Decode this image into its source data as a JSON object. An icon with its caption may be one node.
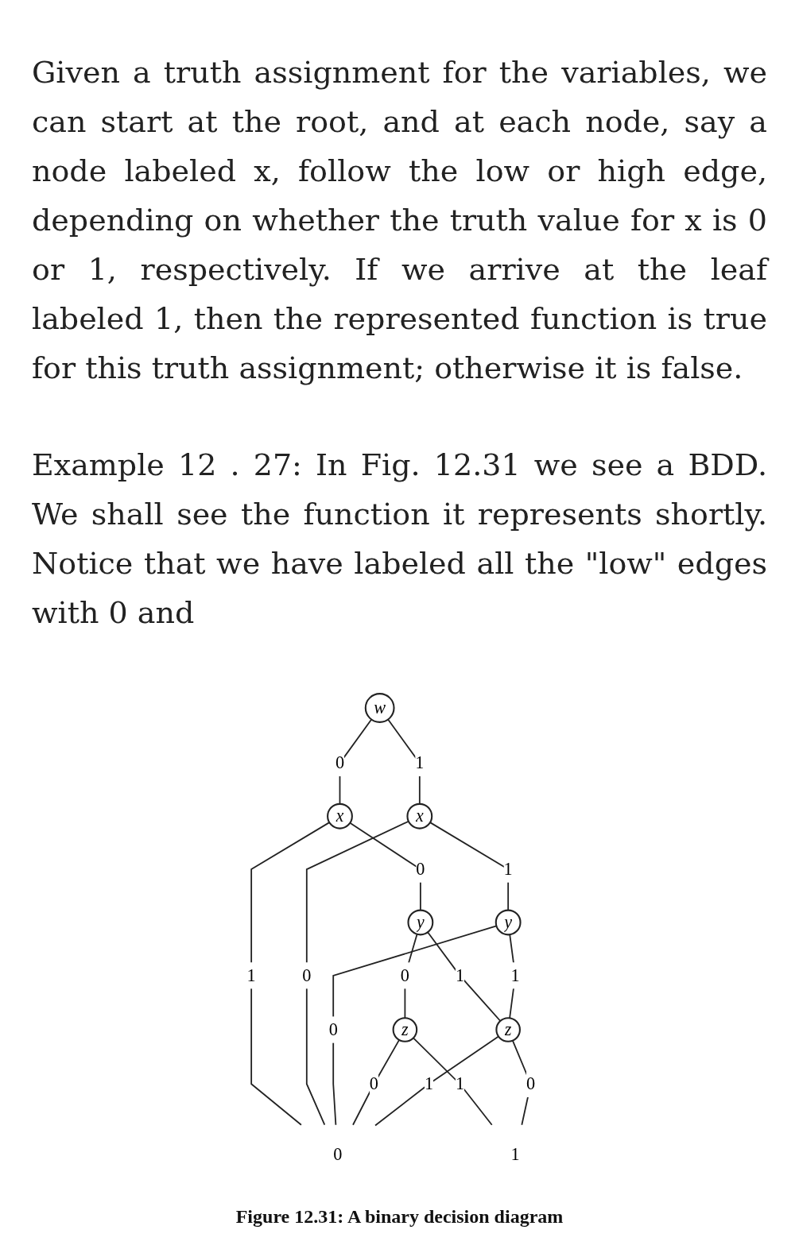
{
  "diagram": {
    "caption": "Figure 12.31: A binary decision diagram",
    "nodes": [
      {
        "text": [
          "w"
        ]
      },
      {
        "text": [
          "x"
        ]
      },
      {
        "text": [
          "x"
        ]
      },
      {
        "text": [
          "y"
        ]
      },
      {
        "text": [
          "y"
        ]
      },
      {
        "text": [
          "z"
        ]
      },
      {
        "text": [
          "z"
        ]
      },
      {
        "text": [
          "0"
        ]
      },
      {
        "text": [
          "1"
        ]
      }
    ],
    "edges": [
      {
        "from": 0,
        "to": 1,
        "arrow": "none",
        "label": "0"
      },
      {
        "from": 0,
        "to": 2,
        "arrow": "none",
        "label": "1"
      },
      {
        "from": 1,
        "to": 3,
        "arrow": "none",
        "label": "0"
      },
      {
        "from": 1,
        "to": 7,
        "arrow": "none",
        "label": "1"
      },
      {
        "from": 2,
        "to": 7,
        "arrow": "none",
        "label": "0"
      },
      {
        "from": 2,
        "to": 4,
        "arrow": "none",
        "label": "1"
      },
      {
        "from": 3,
        "to": 5,
        "arrow": "none",
        "label": "0"
      },
      {
        "from": 3,
        "to": 6,
        "arrow": "none",
        "label": "1"
      },
      {
        "from": 4,
        "to": 7,
        "arrow": "none",
        "label": "0"
      },
      {
        "from": 4,
        "to": 6,
        "arrow": "none",
        "label": "1"
      },
      {
        "from": 5,
        "to": 7,
        "arrow": "none",
        "label": "0"
      },
      {
        "from": 5,
        "to": 8,
        "arrow": "none",
        "label": "1"
      },
      {
        "from": 6,
        "to": 8,
        "arrow": "none",
        "label": "0"
      },
      {
        "from": 6,
        "to": 7,
        "arrow": "none",
        "label": "1"
      }
    ],
    "labels": [
      "Given a truth assignment for the variables, we can start at the root, and at each node, say a node labeled x, follow the low or high edge, depending on whether the truth value for x is 0 or 1, respectively. If we arrive at the leaf labeled 1, then the represented function is true for this truth assignment; otherwise it is false.",
      "Example 12 . 27: In Fig. 12.31 we see a BDD. We shall see the function it represents shortly. Notice that we have labeled all the \"low\" edges with 0 and"
    ]
  }
}
